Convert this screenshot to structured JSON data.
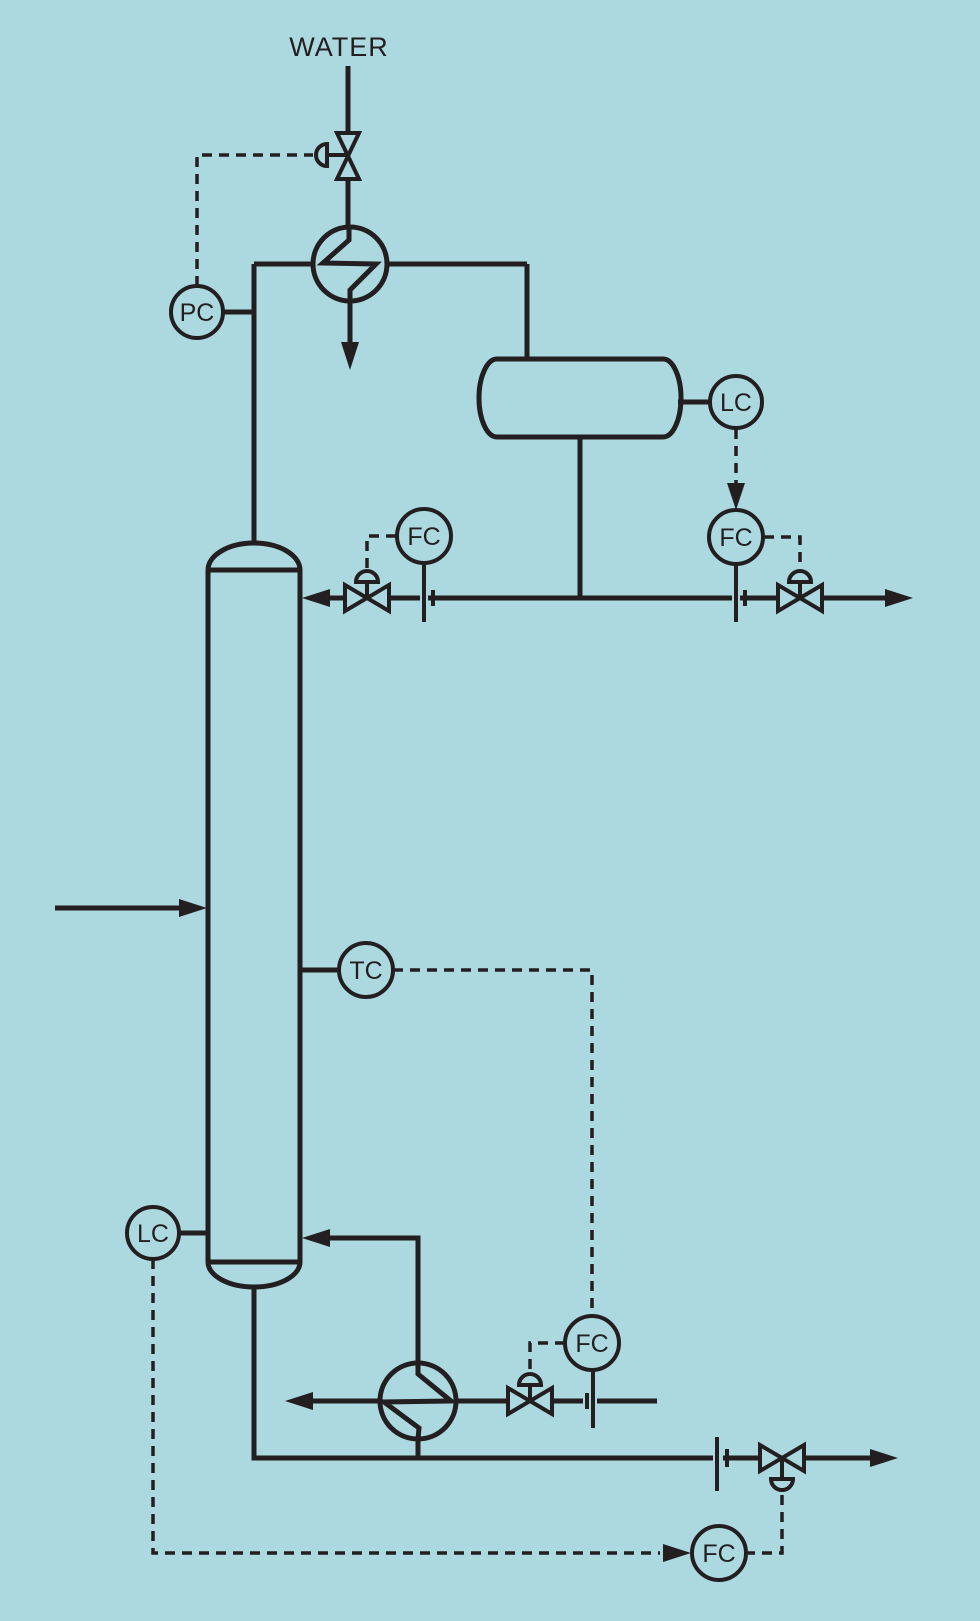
{
  "colors": {
    "background": "#ACD8E0",
    "line": "#231F20"
  },
  "labels": {
    "water_inlet": "WATER"
  },
  "instruments": {
    "pressure_controller": {
      "label": "PC"
    },
    "drum_level_controller": {
      "label": "LC"
    },
    "reflux_flow_controller": {
      "label": "FC"
    },
    "distillate_flow_controller": {
      "label": "FC"
    },
    "temperature_controller": {
      "label": "TC"
    },
    "bottom_level_controller": {
      "label": "LC"
    },
    "reboiler_flow_controller": {
      "label": "FC"
    },
    "bottoms_flow_controller": {
      "label": "FC"
    }
  }
}
